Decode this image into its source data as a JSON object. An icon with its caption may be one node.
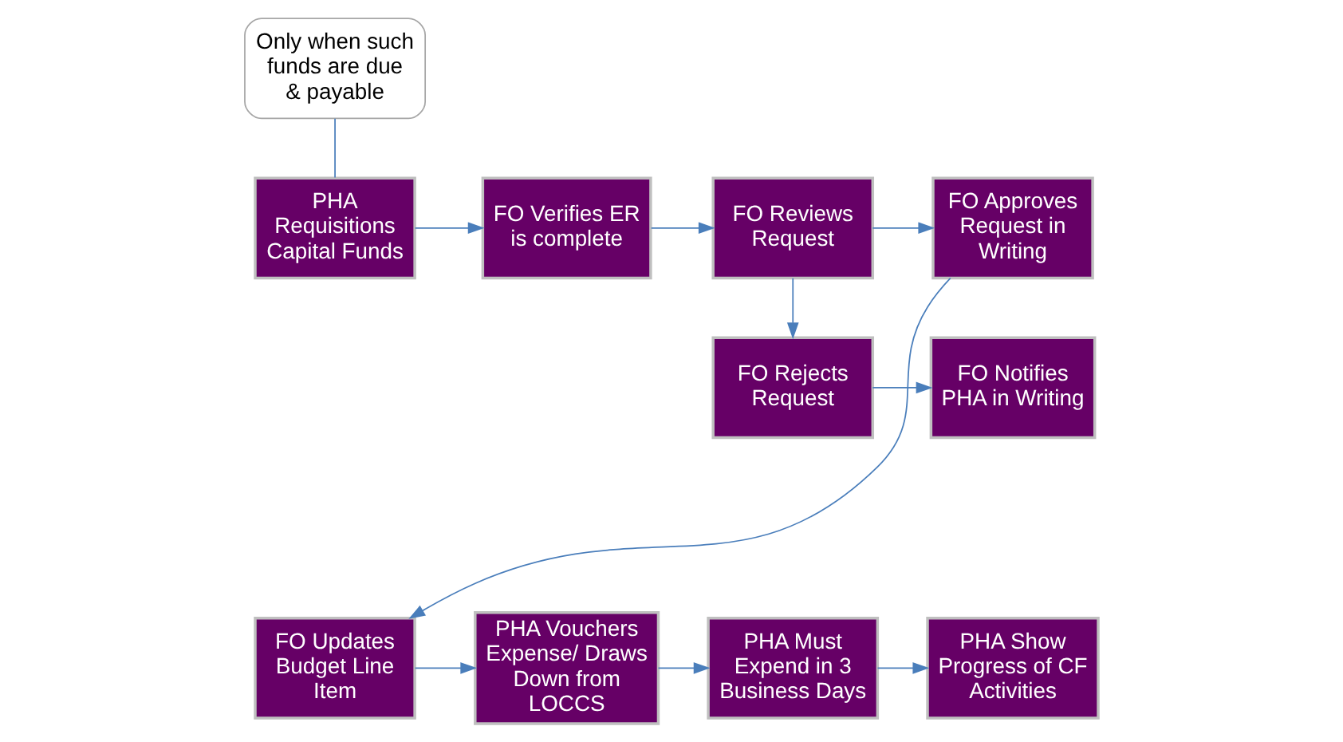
{
  "diagram": {
    "nodes": [
      {
        "text": [
          "Only when such funds are due & payable"
        ]
      },
      {
        "text": [
          "PHA Requisitions Capital Funds"
        ]
      },
      {
        "text": [
          "FO Verifies ER is complete"
        ]
      },
      {
        "text": [
          "FO Reviews Request"
        ]
      },
      {
        "text": [
          "FO Rejects Request"
        ]
      },
      {
        "text": [
          "FO Notifies PHA in Writing"
        ]
      },
      {
        "text": [
          "FO Approves Request in Writing"
        ]
      },
      {
        "text": [
          "FO Updates Budget Line Item"
        ]
      },
      {
        "text": [
          "PHA Vouchers Expense/ Draws Down from LOCCS"
        ]
      },
      {
        "text": [
          "PHA Must Expend in 3 Business Days"
        ]
      },
      {
        "text": [
          "PHA Show Progress of CF Activities"
        ]
      }
    ],
    "edges": [
      {
        "from": 0,
        "to": 1,
        "arrow": "none"
      },
      {
        "from": 1,
        "to": 2,
        "arrow": "to"
      },
      {
        "from": 2,
        "to": 3,
        "arrow": "to"
      },
      {
        "from": 3,
        "to": 4,
        "arrow": "to"
      },
      {
        "from": 4,
        "to": 5,
        "arrow": "to"
      },
      {
        "from": 3,
        "to": 6,
        "arrow": "to"
      },
      {
        "from": 6,
        "to": 7,
        "arrow": "to"
      },
      {
        "from": 7,
        "to": 8,
        "arrow": "to"
      },
      {
        "from": 8,
        "to": 9,
        "arrow": "to"
      },
      {
        "from": 9,
        "to": 10,
        "arrow": "to"
      }
    ]
  }
}
